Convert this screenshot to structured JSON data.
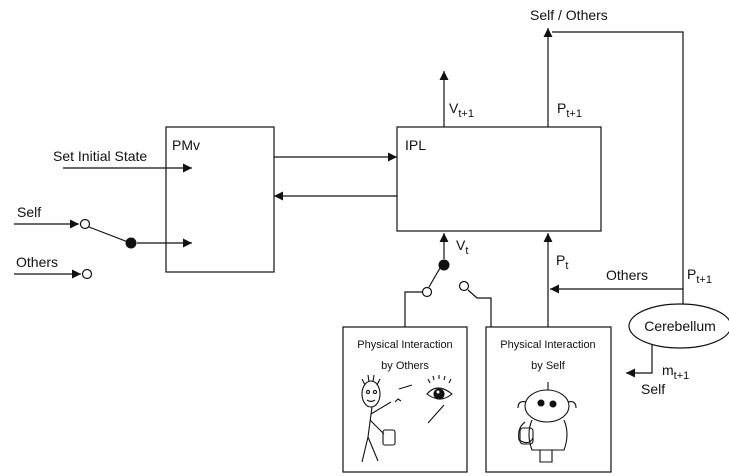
{
  "blocks": {
    "pmv": "PMv",
    "ipl": "IPL",
    "cerebellum": "Cerebellum",
    "phys_others": {
      "line1": "Physical Interaction",
      "line2": "by Others"
    },
    "phys_self": {
      "line1": "Physical Interaction",
      "line2": "by Self"
    }
  },
  "signals": {
    "set_initial_state": "Set Initial State",
    "self_input": "Self",
    "others_input": "Others",
    "self_others_output": "Self / Others",
    "v_next": {
      "base": "V",
      "sub": "t+1"
    },
    "p_next_top": {
      "base": "P",
      "sub": "t+1"
    },
    "v_t": {
      "base": "V",
      "sub": "t"
    },
    "p_t": {
      "base": "P",
      "sub": "t"
    },
    "others_feedback": "Others",
    "p_next_right": {
      "base": "P",
      "sub": "t+1"
    },
    "m_next": {
      "base": "m",
      "sub": "t+1"
    },
    "self_motor": "Self"
  }
}
